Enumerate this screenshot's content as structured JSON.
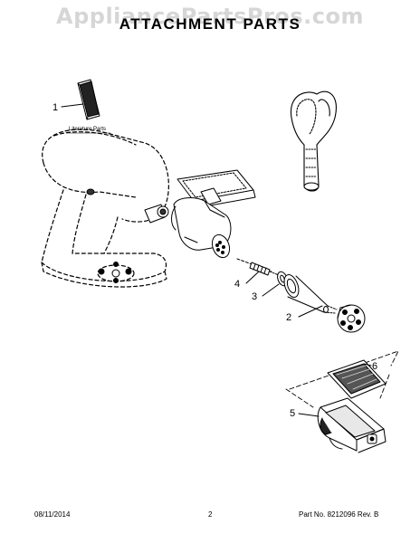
{
  "watermark": "AppliancePartsPros.com",
  "title": "ATTACHMENT PARTS",
  "literature_label": "Literature Parts",
  "callouts": [
    "1",
    "2",
    "3",
    "4",
    "5",
    "6"
  ],
  "footer": {
    "date": "08/11/2014",
    "page": "2",
    "part_no": "Part No. 8212096  Rev. B"
  }
}
